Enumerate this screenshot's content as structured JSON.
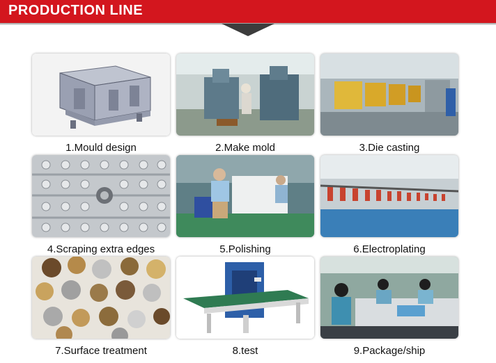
{
  "banner": {
    "title": "PRODUCTION LINE",
    "color": "#d3161e"
  },
  "steps": [
    {
      "label": "1.Mould design",
      "image": "mould-design-render"
    },
    {
      "label": "2.Make mold",
      "image": "milling-machine-photo"
    },
    {
      "label": "3.Die casting",
      "image": "die-casting-factory-photo"
    },
    {
      "label": "4.Scraping extra edges",
      "image": "casting-sprue-photo"
    },
    {
      "label": "5.Polishing",
      "image": "polishing-workers-photo"
    },
    {
      "label": "6.Electroplating",
      "image": "electroplating-line-photo"
    },
    {
      "label": "7.Surface treatment",
      "image": "finished-buttons-photo"
    },
    {
      "label": "8.test",
      "image": "metal-detector-conveyor-photo"
    },
    {
      "label": "9.Package/ship",
      "image": "packaging-workers-photo"
    }
  ]
}
